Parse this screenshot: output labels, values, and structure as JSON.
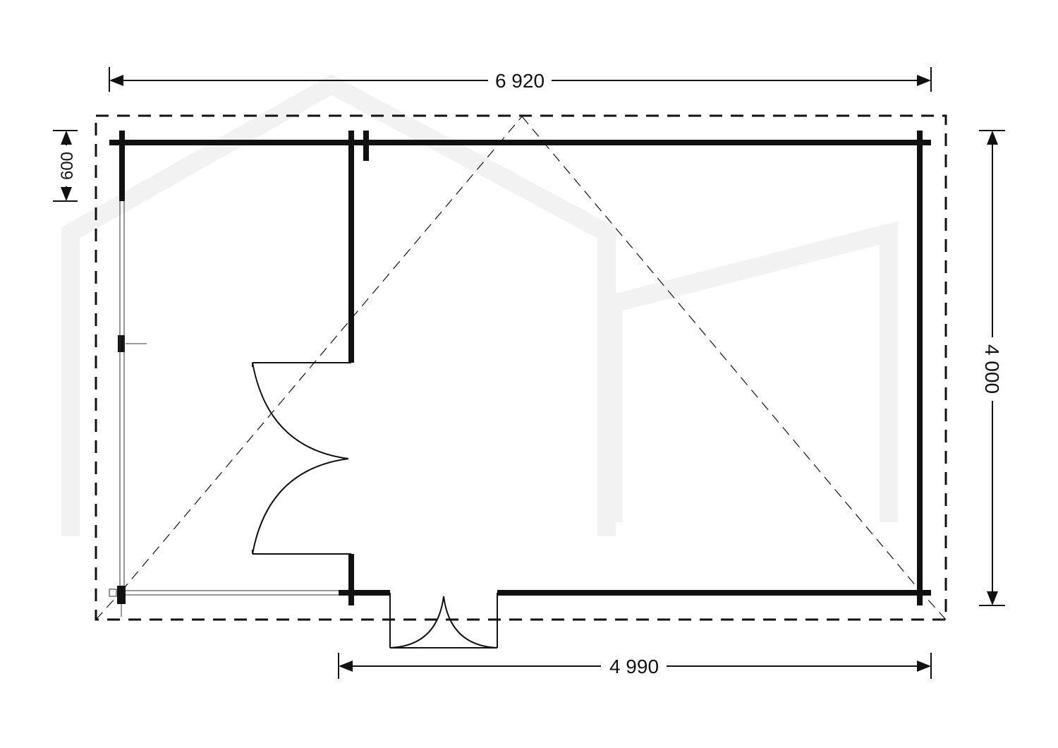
{
  "plan": {
    "dimensions": {
      "total_width": "6 920",
      "total_depth": "4 000",
      "room_width": "4 990",
      "overhang": "600"
    },
    "colors": {
      "line": "#111111",
      "background": "#ffffff",
      "watermark": "#f2f2f2"
    }
  }
}
